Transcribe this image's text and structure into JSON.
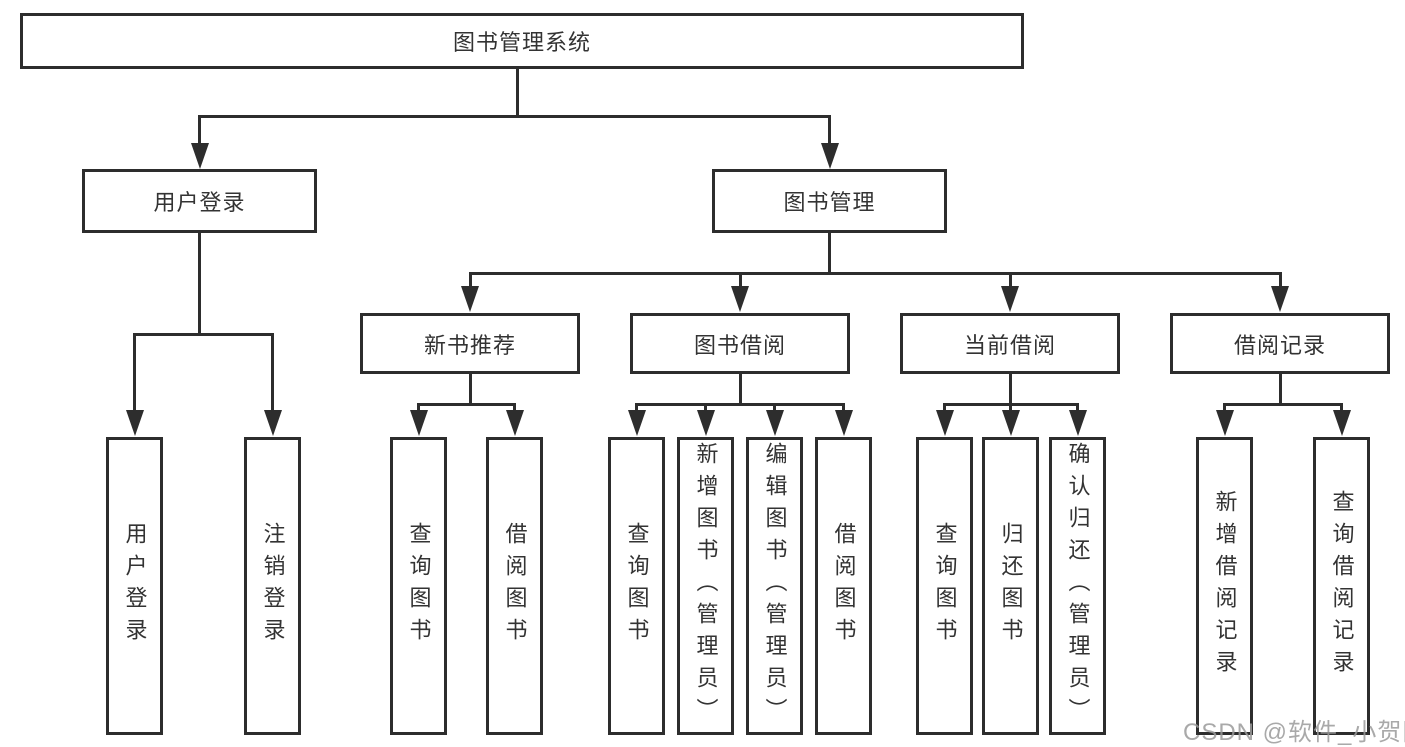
{
  "root": {
    "label": "图书管理系统"
  },
  "branches": [
    {
      "label": "用户登录",
      "leaves": [
        {
          "label": "用户登录"
        },
        {
          "label": "注销登录"
        }
      ]
    },
    {
      "label": "图书管理",
      "groups": [
        {
          "label": "新书推荐",
          "leaves": [
            {
              "label": "查询图书"
            },
            {
              "label": "借阅图书"
            }
          ]
        },
        {
          "label": "图书借阅",
          "leaves": [
            {
              "label": "查询图书"
            },
            {
              "label": "新增图书（管理员）"
            },
            {
              "label": "编辑图书（管理员）"
            },
            {
              "label": "借阅图书"
            }
          ]
        },
        {
          "label": "当前借阅",
          "leaves": [
            {
              "label": "查询图书"
            },
            {
              "label": "归还图书"
            },
            {
              "label": "确认归还（管理员）"
            }
          ]
        },
        {
          "label": "借阅记录",
          "leaves": [
            {
              "label": "新增借阅记录"
            },
            {
              "label": "查询借阅记录"
            }
          ]
        }
      ]
    }
  ],
  "watermark": {
    "text": "CSDN @软件_小贺同学",
    "color": "#9b9b9b"
  },
  "diagram_colors": {
    "stroke": "#2d2d2d",
    "text": "#333333",
    "background": "#ffffff"
  }
}
